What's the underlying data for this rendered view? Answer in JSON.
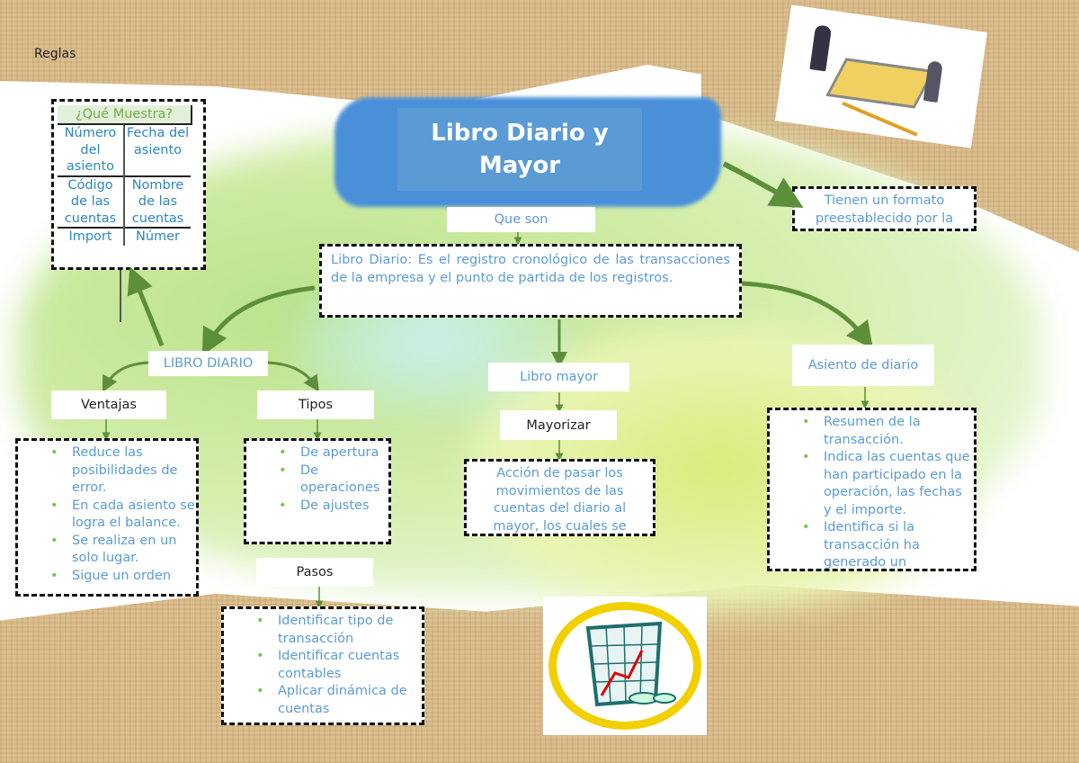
{
  "header_label": "Reglas",
  "title": "Libro Diario y Mayor",
  "que_son": "Que son",
  "definition": "Libro Diario: Es el registro cronológico de las transacciones de la empresa y el punto de partida de los registros.",
  "formato": "Tienen un formato preestablecido por la",
  "table": {
    "header": "¿Qué Muestra?",
    "rows": [
      [
        "Número del asiento",
        "Fecha del asiento"
      ],
      [
        "Código de las cuentas",
        "Nombre de las cuentas"
      ],
      [
        "Import",
        "Númer"
      ]
    ]
  },
  "libro_diario": "LIBRO DIARIO",
  "ventajas": {
    "label": "Ventajas",
    "items": [
      "Reduce las posibilidades de error.",
      "En cada asiento se logra el balance.",
      "Se realiza en un solo lugar.",
      "Sigue un orden"
    ]
  },
  "tipos": {
    "label": "Tipos",
    "items": [
      "De apertura",
      "De operaciones",
      "De ajustes"
    ]
  },
  "pasos": {
    "label": "Pasos",
    "items": [
      "Identificar tipo de transacción",
      "Identificar cuentas contables",
      "Aplicar dinámica de cuentas"
    ]
  },
  "libro_mayor": "Libro mayor",
  "mayorizar": {
    "label": "Mayorizar",
    "text": "Acción de pasar los movimientos de las cuentas del diario al mayor, los cuales se"
  },
  "asiento": {
    "label": "Asiento de diario",
    "items": [
      "Resumen de la transacción.",
      "Indica las cuentas que han participado en la operación, las fechas y el importe.",
      "Identifica si la transacción ha generado un"
    ]
  },
  "colors": {
    "accent": "#5b9bd5",
    "title_bg": "#4a90d9",
    "arrow": "#5d8f3a",
    "bullet": "#7dc14c"
  }
}
